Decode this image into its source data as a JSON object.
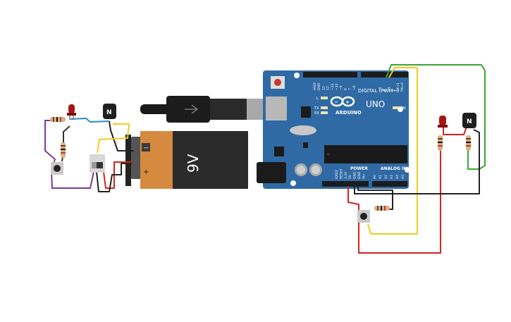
{
  "arduino": {
    "brand": "ARDUINO",
    "model": "UNO",
    "digital_header": "DIGITAL (PWM~)",
    "power_header": "POWER",
    "analog_header": "ANALOG IN",
    "on_label": "ON",
    "tx_label": "TX",
    "rx_label": "RX",
    "l_label": "L",
    "digital_pins": [
      "AREF",
      "GND",
      "13",
      "12",
      "~11",
      "~10",
      "~9",
      "8",
      "7",
      "~6",
      "~5",
      "4",
      "~3",
      "2",
      "TX→1",
      "RX←0"
    ],
    "power_pins": [
      "IOREF",
      "RESET",
      "3.3V",
      "5V",
      "GND",
      "GND",
      "Vin"
    ],
    "analog_pins": [
      "A0",
      "A1",
      "A2",
      "A3",
      "A4",
      "A5"
    ],
    "board_color": "#2f6aa5"
  },
  "battery": {
    "voltage_label": "9V",
    "minus_label": "−",
    "plus_label": "+"
  },
  "transistors": {
    "label": "N"
  },
  "wire_colors": {
    "red": "#d3231f",
    "black": "#222222",
    "yellow": "#f2cb20",
    "green": "#3aa435",
    "purple": "#7b3aa0",
    "blue": "#2a8bc8"
  }
}
